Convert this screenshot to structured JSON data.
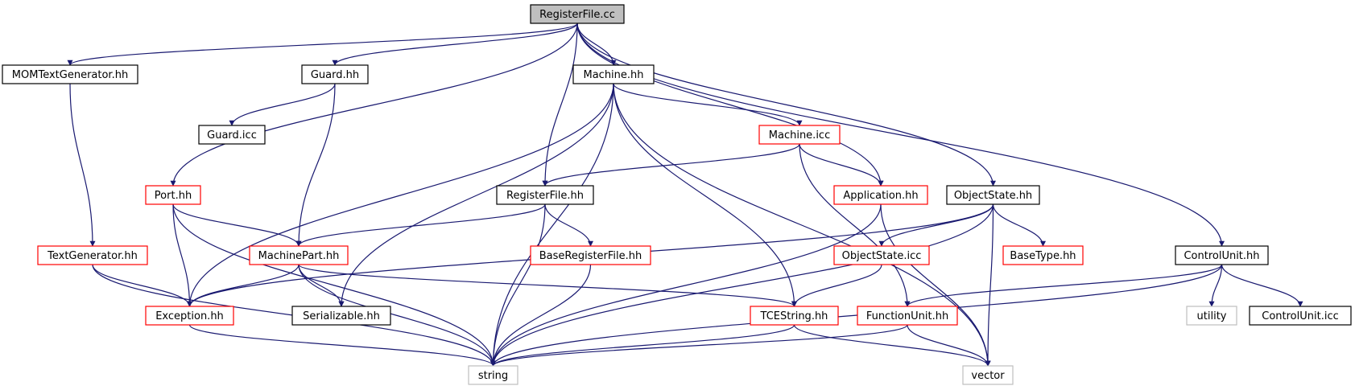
{
  "colors": {
    "edge": "#191970",
    "border_default": "#000000",
    "border_incomplete": "#ff0000",
    "border_external": "#bfbfbf",
    "fill_root": "#bfbfbf",
    "fill_default": "#ffffff"
  },
  "nodes": [
    {
      "id": "registerfile-cc",
      "label": "RegisterFile.cc",
      "kind": "root"
    },
    {
      "id": "momtextgenerator-hh",
      "label": "MOMTextGenerator.hh",
      "kind": "default"
    },
    {
      "id": "guard-hh",
      "label": "Guard.hh",
      "kind": "default"
    },
    {
      "id": "machine-hh",
      "label": "Machine.hh",
      "kind": "default"
    },
    {
      "id": "guard-icc",
      "label": "Guard.icc",
      "kind": "default"
    },
    {
      "id": "machine-icc",
      "label": "Machine.icc",
      "kind": "incomplete"
    },
    {
      "id": "port-hh",
      "label": "Port.hh",
      "kind": "incomplete"
    },
    {
      "id": "registerfile-hh",
      "label": "RegisterFile.hh",
      "kind": "default"
    },
    {
      "id": "application-hh",
      "label": "Application.hh",
      "kind": "incomplete"
    },
    {
      "id": "objectstate-hh",
      "label": "ObjectState.hh",
      "kind": "default"
    },
    {
      "id": "textgenerator-hh",
      "label": "TextGenerator.hh",
      "kind": "incomplete"
    },
    {
      "id": "machinepart-hh",
      "label": "MachinePart.hh",
      "kind": "incomplete"
    },
    {
      "id": "baseregisterfile-hh",
      "label": "BaseRegisterFile.hh",
      "kind": "incomplete"
    },
    {
      "id": "objectstate-icc",
      "label": "ObjectState.icc",
      "kind": "incomplete"
    },
    {
      "id": "basetype-hh",
      "label": "BaseType.hh",
      "kind": "incomplete"
    },
    {
      "id": "controlunit-hh",
      "label": "ControlUnit.hh",
      "kind": "default"
    },
    {
      "id": "exception-hh",
      "label": "Exception.hh",
      "kind": "incomplete"
    },
    {
      "id": "serializable-hh",
      "label": "Serializable.hh",
      "kind": "default"
    },
    {
      "id": "tcestring-hh",
      "label": "TCEString.hh",
      "kind": "incomplete"
    },
    {
      "id": "functionunit-hh",
      "label": "FunctionUnit.hh",
      "kind": "incomplete"
    },
    {
      "id": "utility",
      "label": "utility",
      "kind": "external"
    },
    {
      "id": "controlunit-icc",
      "label": "ControlUnit.icc",
      "kind": "default"
    },
    {
      "id": "string",
      "label": "string",
      "kind": "external"
    },
    {
      "id": "vector",
      "label": "vector",
      "kind": "external"
    }
  ],
  "edges": [
    [
      "registerfile-cc",
      "momtextgenerator-hh"
    ],
    [
      "registerfile-cc",
      "guard-hh"
    ],
    [
      "registerfile-cc",
      "machine-hh"
    ],
    [
      "registerfile-cc",
      "port-hh"
    ],
    [
      "registerfile-cc",
      "registerfile-hh"
    ],
    [
      "registerfile-cc",
      "application-hh"
    ],
    [
      "registerfile-cc",
      "objectstate-hh"
    ],
    [
      "registerfile-cc",
      "controlunit-hh"
    ],
    [
      "momtextgenerator-hh",
      "textgenerator-hh"
    ],
    [
      "guard-hh",
      "guard-icc"
    ],
    [
      "guard-hh",
      "machinepart-hh"
    ],
    [
      "machine-hh",
      "machine-icc"
    ],
    [
      "machine-hh",
      "exception-hh"
    ],
    [
      "machine-hh",
      "serializable-hh"
    ],
    [
      "machine-hh",
      "string"
    ],
    [
      "machine-hh",
      "tcestring-hh"
    ],
    [
      "machine-hh",
      "vector"
    ],
    [
      "machine-icc",
      "registerfile-hh"
    ],
    [
      "machine-icc",
      "application-hh"
    ],
    [
      "machine-icc",
      "functionunit-hh"
    ],
    [
      "port-hh",
      "machinepart-hh"
    ],
    [
      "port-hh",
      "exception-hh"
    ],
    [
      "port-hh",
      "string"
    ],
    [
      "registerfile-hh",
      "machinepart-hh"
    ],
    [
      "registerfile-hh",
      "baseregisterfile-hh"
    ],
    [
      "registerfile-hh",
      "string"
    ],
    [
      "application-hh",
      "string"
    ],
    [
      "application-hh",
      "vector"
    ],
    [
      "objectstate-hh",
      "exception-hh"
    ],
    [
      "objectstate-hh",
      "objectstate-icc"
    ],
    [
      "objectstate-hh",
      "basetype-hh"
    ],
    [
      "objectstate-hh",
      "string"
    ],
    [
      "objectstate-hh",
      "vector"
    ],
    [
      "textgenerator-hh",
      "exception-hh"
    ],
    [
      "textgenerator-hh",
      "string"
    ],
    [
      "machinepart-hh",
      "exception-hh"
    ],
    [
      "machinepart-hh",
      "serializable-hh"
    ],
    [
      "machinepart-hh",
      "tcestring-hh"
    ],
    [
      "machinepart-hh",
      "string"
    ],
    [
      "baseregisterfile-hh",
      "string"
    ],
    [
      "objectstate-icc",
      "tcestring-hh"
    ],
    [
      "controlunit-hh",
      "functionunit-hh"
    ],
    [
      "controlunit-hh",
      "utility"
    ],
    [
      "controlunit-hh",
      "controlunit-icc"
    ],
    [
      "controlunit-hh",
      "string"
    ],
    [
      "exception-hh",
      "string"
    ],
    [
      "tcestring-hh",
      "string"
    ],
    [
      "tcestring-hh",
      "vector"
    ],
    [
      "functionunit-hh",
      "string"
    ],
    [
      "functionunit-hh",
      "vector"
    ]
  ]
}
